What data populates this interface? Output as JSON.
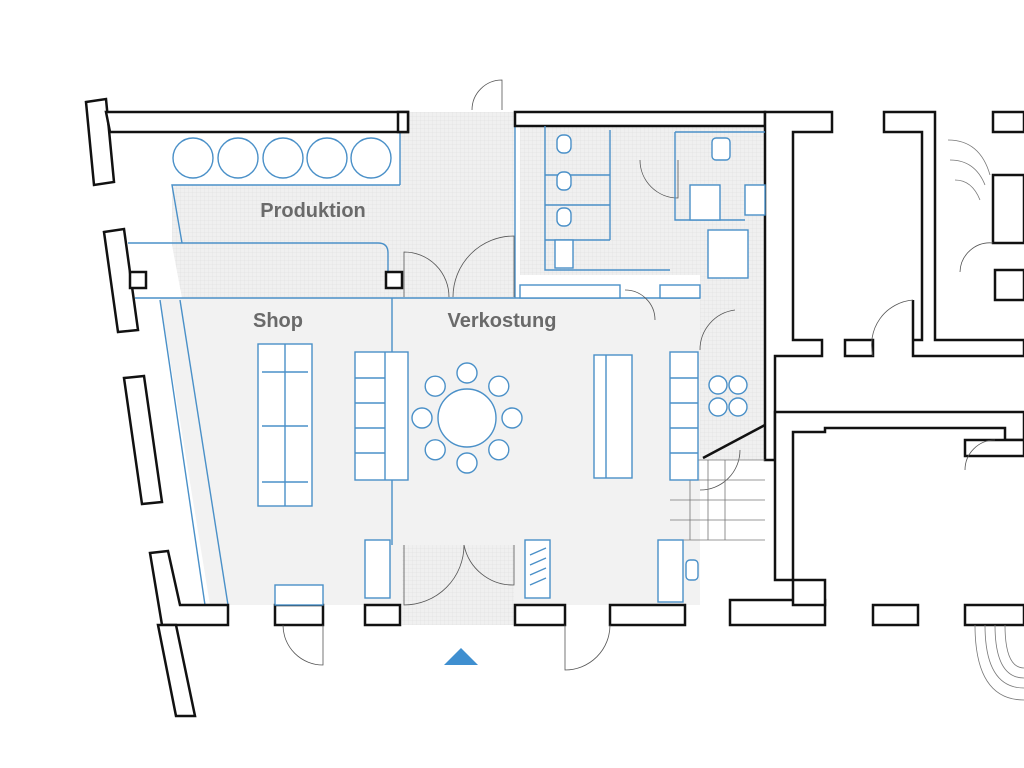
{
  "rooms": {
    "production": "Produktion",
    "shop": "Shop",
    "tasting": "Verkostung"
  },
  "colors": {
    "furniture": "#4a90c8",
    "entrance_marker": "#3f8fd0",
    "floor": "#f2f2f2",
    "walls": "#111111",
    "labels": "#6a6a6a"
  },
  "icons": {
    "entrance": "triangle-up-icon"
  }
}
